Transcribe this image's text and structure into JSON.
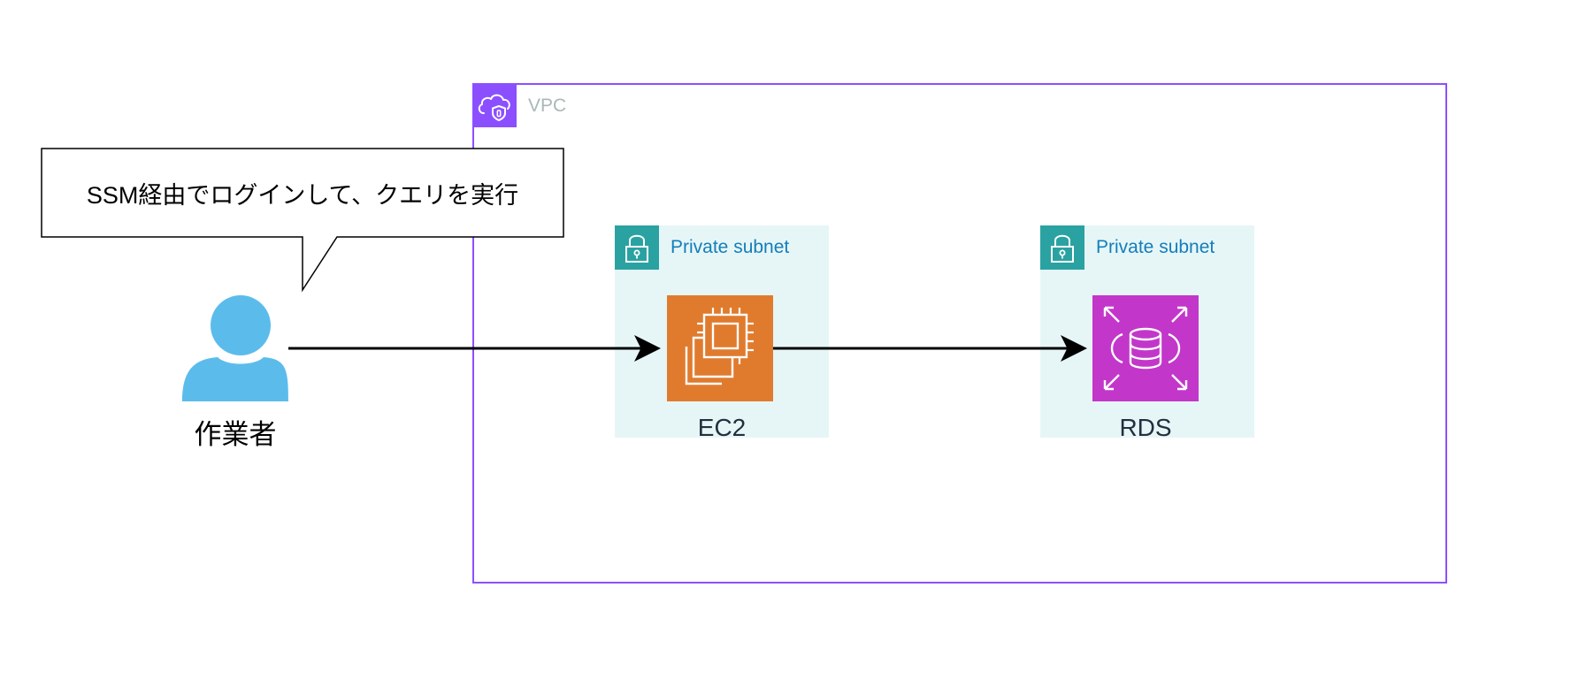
{
  "callout": {
    "text": "SSM経由でログインして、クエリを実行"
  },
  "user": {
    "label": "作業者",
    "icon": "user-icon",
    "color": "#5bbcec"
  },
  "vpc": {
    "label": "VPC",
    "icon": "vpc-cloud-icon",
    "color": "#8c4fff"
  },
  "subnets": [
    {
      "label": "Private subnet",
      "icon": "lock-icon"
    },
    {
      "label": "Private subnet",
      "icon": "lock-icon"
    }
  ],
  "nodes": {
    "ec2": {
      "label": "EC2",
      "icon": "ec2-chip-icon",
      "color": "#e07b2e"
    },
    "rds": {
      "label": "RDS",
      "icon": "rds-database-icon",
      "color": "#c237c9"
    }
  },
  "edges": [
    {
      "from": "user",
      "to": "ec2"
    },
    {
      "from": "ec2",
      "to": "rds"
    }
  ]
}
